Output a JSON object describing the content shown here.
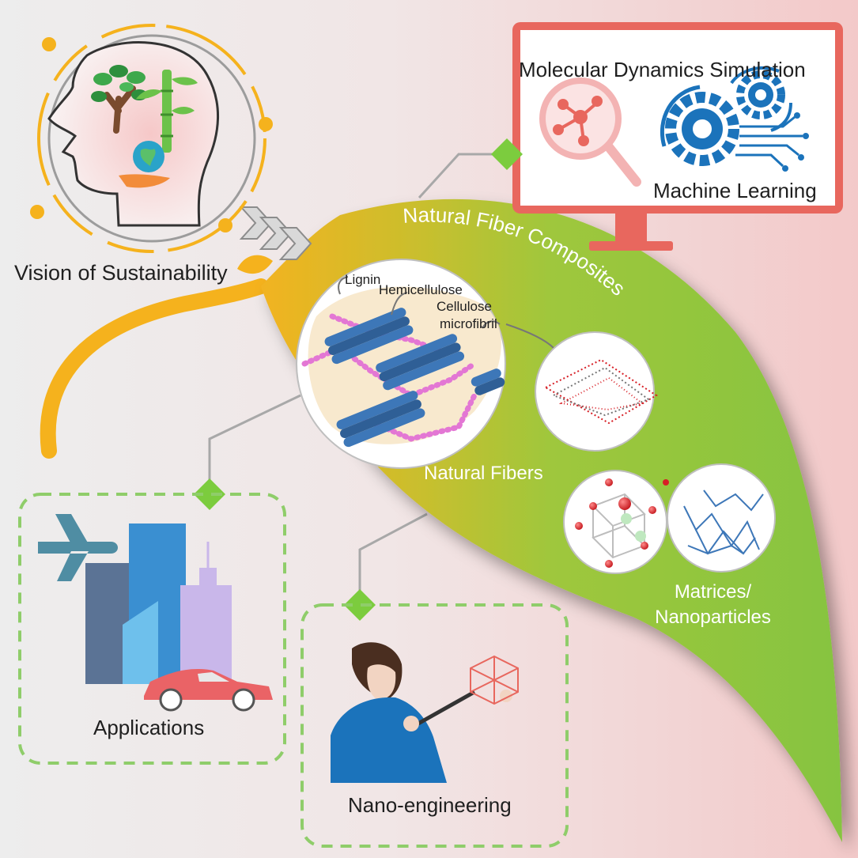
{
  "labels": {
    "vision": "Vision of Sustainability",
    "md": "Molecular Dynamics Simulation",
    "ml": "Machine Learning",
    "nfc": "Natural Fiber Composites",
    "natural_fibers": "Natural Fibers",
    "matrices": "Matrices/ Nanoparticles",
    "applications": "Applications",
    "nano": "Nano-engineering",
    "lignin": "Lignin",
    "hemicellulose": "Hemicellulose",
    "cellulose": "Cellulose",
    "microfibril": "microfibril"
  },
  "colors": {
    "leaf_green": "#8cc63f",
    "leaf_yellow": "#f5b21d",
    "monitor_red": "#e8675e",
    "connector_gray": "#a8a8a8",
    "diamond_green": "#7ccc3e",
    "dashed_green": "#8fcd6a",
    "gear_blue": "#1b73bb",
    "fiber_blue": "#3d77b8",
    "hemi_pink": "#e377d4",
    "atom_red": "#d71f26"
  },
  "icons": [
    "head-icon",
    "tree-icon",
    "bamboo-icon",
    "globe-icon",
    "hand-icon",
    "magnifier-molecule-icon",
    "gears-icon",
    "airplane-icon",
    "building-icon",
    "car-icon",
    "engineer-icon",
    "arrow-chevrons-icon"
  ]
}
